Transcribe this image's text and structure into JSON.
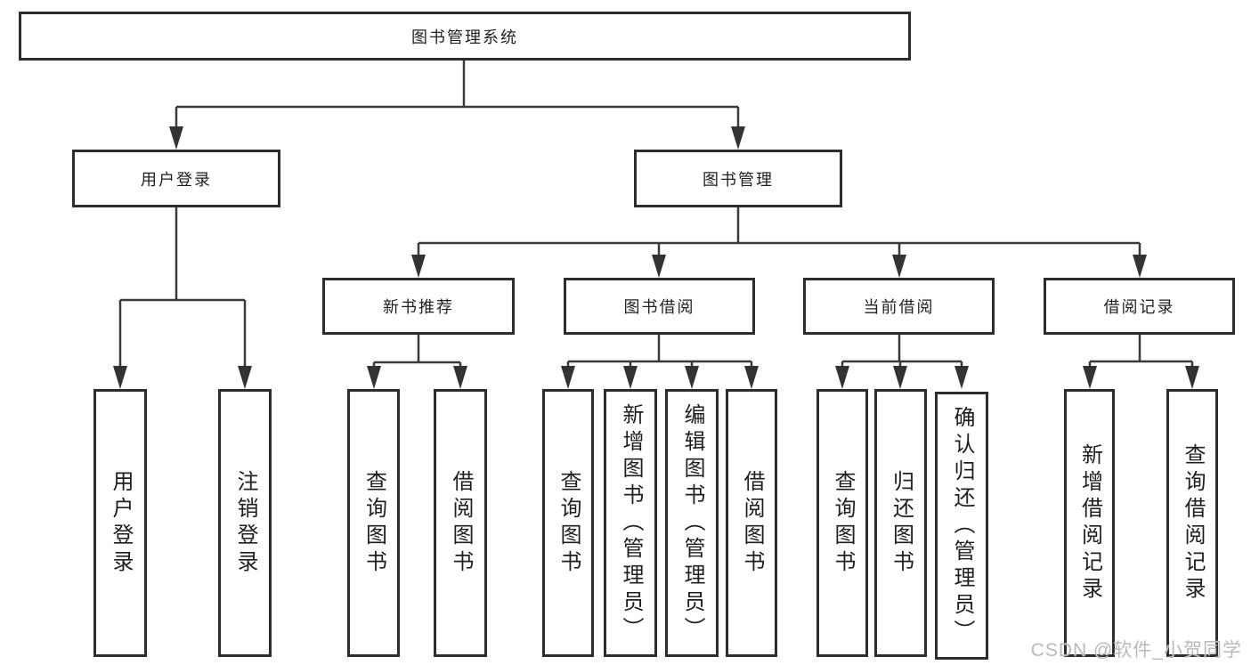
{
  "diagram_type": "hierarchy-tree",
  "nodes": {
    "root": "图书管理系统",
    "user_login": "用户登录",
    "book_mgmt": "图书管理",
    "new_book_rec": "新书推荐",
    "book_borrow": "图书借阅",
    "current_borrow": "当前借阅",
    "borrow_records": "借阅记录",
    "login_leaf": "用户登录",
    "logout_leaf": "注销登录",
    "rec_query_book": "查询图书",
    "rec_borrow_book": "借阅图书",
    "bor_query_book": "查询图书",
    "bor_add_book": "新增图书（管理员）",
    "bor_edit_book": "编辑图书（管理员）",
    "bor_borrow_book": "借阅图书",
    "cur_query_book": "查询图书",
    "cur_return_book": "归还图书",
    "cur_confirm_return": "确认归还（管理员）",
    "log_add_record": "新增借阅记录",
    "log_query_record": "查询借阅记录"
  },
  "watermark": {
    "text": "CSDN @软件_小贺同学"
  },
  "colors": {
    "background": "#ffffff",
    "box_fill": "#ffffff",
    "box_border": "#2d2d2d",
    "line": "#3a3a3a",
    "arrow": "#333333",
    "text": "#1f1f1f",
    "watermark": "#b9b9b9"
  }
}
